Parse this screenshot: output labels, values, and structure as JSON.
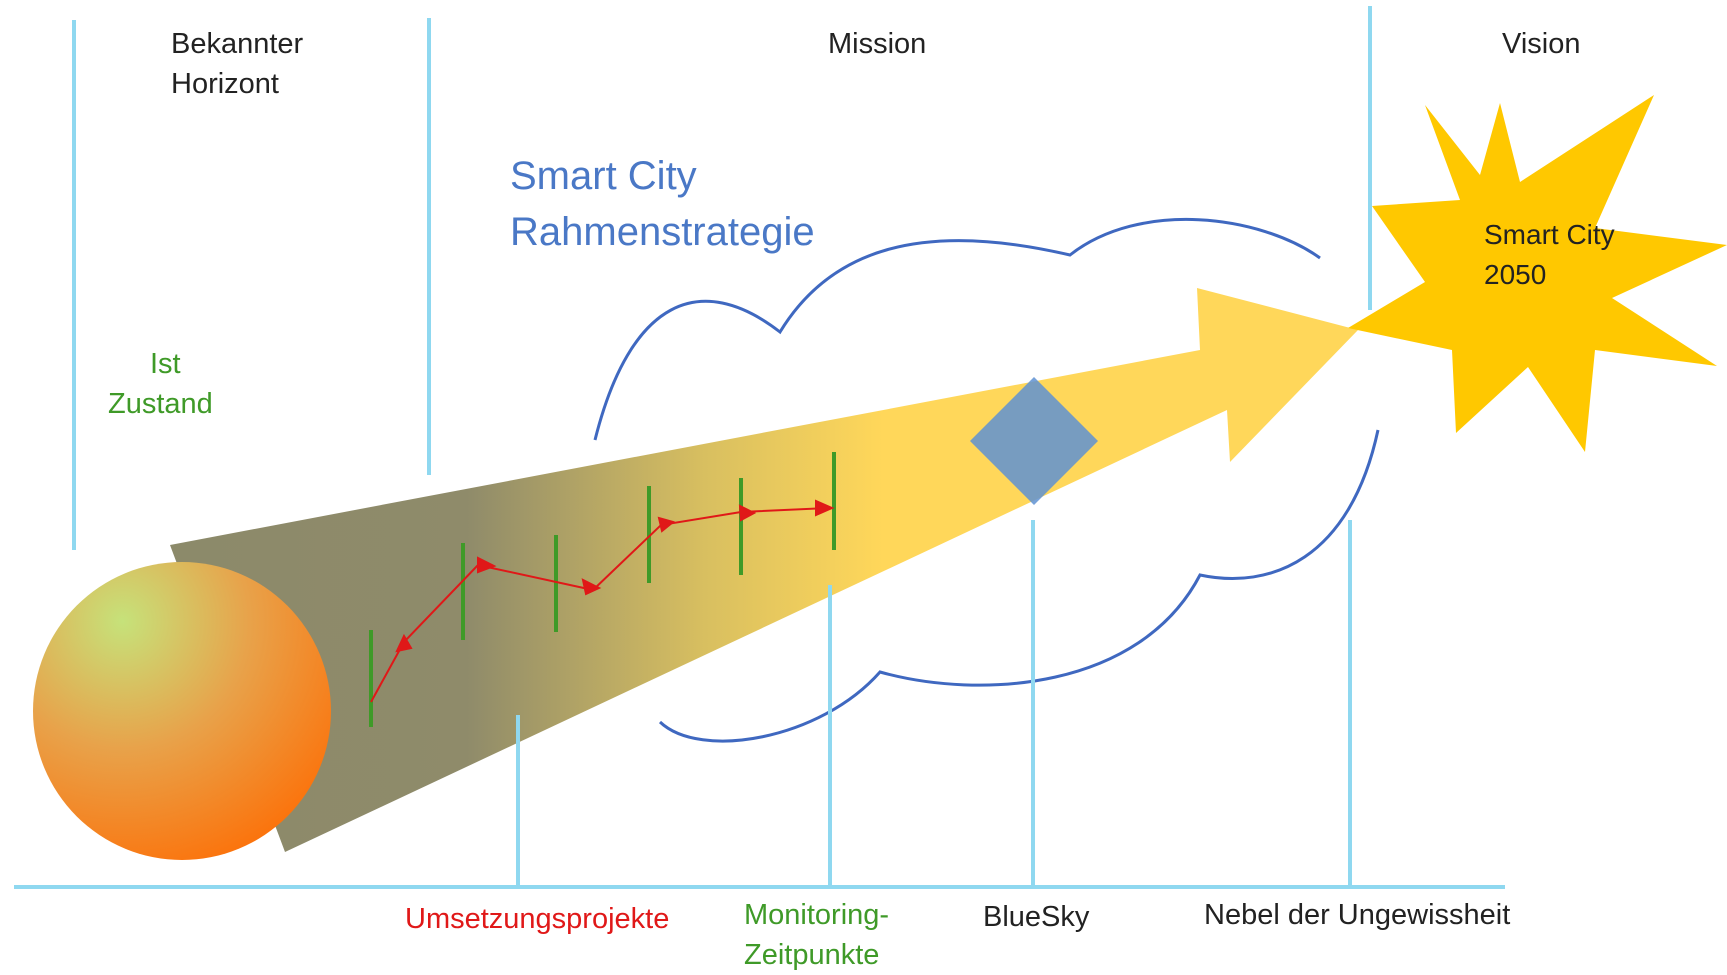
{
  "header": {
    "known_horizon": [
      "Bekannter",
      "Horizont"
    ],
    "mission": "Mission",
    "vision": "Vision"
  },
  "strategy": [
    "Smart City",
    "Rahmenstrategie"
  ],
  "ist_zustand": [
    "Ist",
    "Zustand"
  ],
  "sun": [
    "Smart City",
    "2050"
  ],
  "footer": {
    "projects": "Umsetzungsprojekte",
    "monitoring": [
      "Monitoring-",
      "Zeitpunkte"
    ],
    "bluesky": "BlueSky",
    "fog": "Nebel der Ungewissheit"
  },
  "colors": {
    "line": "#8fd8f0",
    "green": "#3f9a28",
    "red": "#e01818",
    "cloud": "#3f68c0",
    "sun": "#ffc800",
    "diamond": "#5f92d2"
  }
}
